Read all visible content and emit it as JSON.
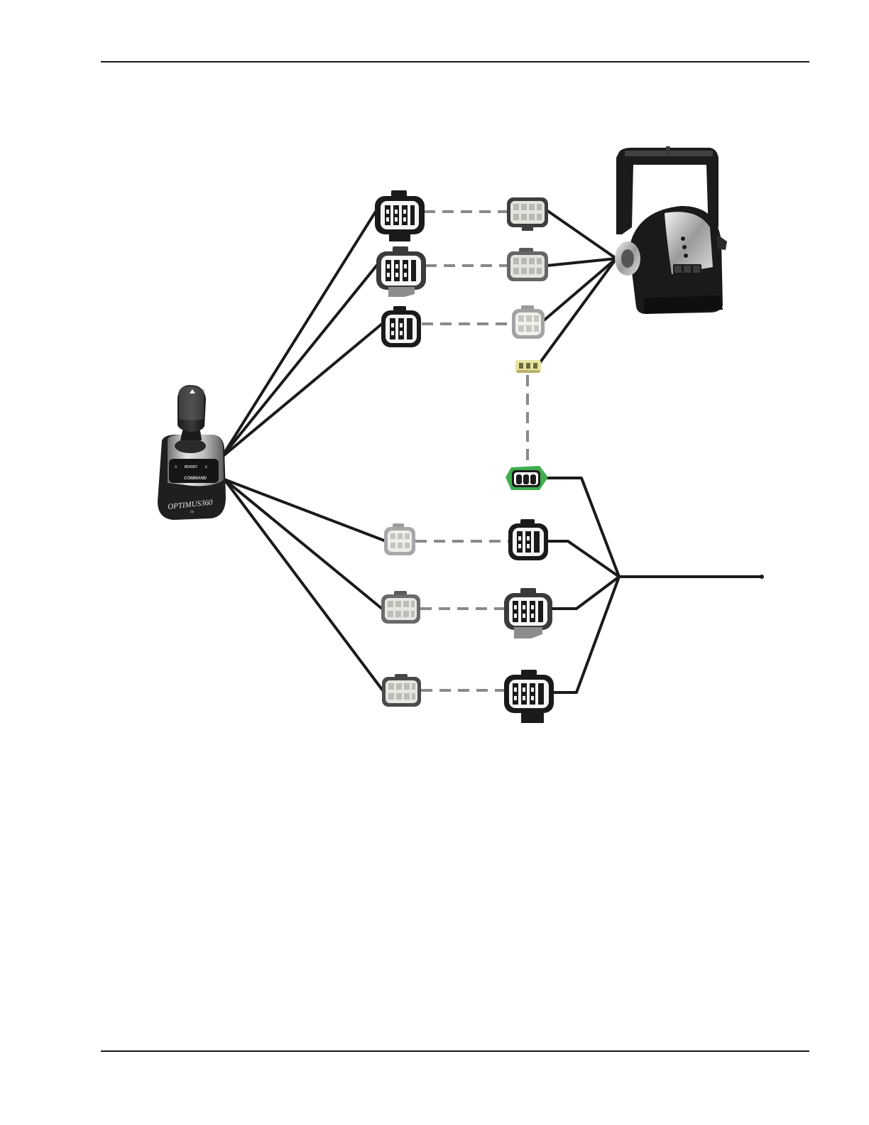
{
  "joystick": {
    "button_left": "X",
    "button_center": "BOOST",
    "button_right": "E",
    "command_label": "COMMAND",
    "logo_text": "OPTIMUS360",
    "logo_by": "by"
  },
  "colors": {
    "wire": "#1a1a1a",
    "dashed_link": "#8a8a8a",
    "connector_dark": "#1a1a1a",
    "connector_grey": "#7d7d7d",
    "connector_light": "#c9c9c4",
    "connector_yellow": "#e8e3a0",
    "connector_green": "#3fae4f"
  },
  "icons": {
    "joystick": "joystick-controller-icon",
    "binnacle": "throttle-binnacle-icon"
  }
}
